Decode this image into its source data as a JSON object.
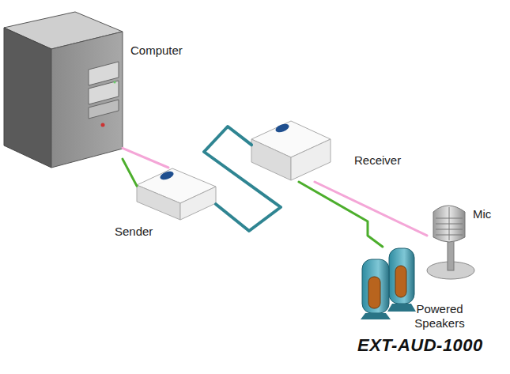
{
  "diagram": {
    "title": "EXT-AUD-1000",
    "nodes": [
      {
        "text": [
          "Computer"
        ]
      },
      {
        "text": [
          "Sender"
        ]
      },
      {
        "text": [
          "Receiver"
        ]
      },
      {
        "text": [
          "Mic"
        ]
      },
      {
        "text": [
          "Powered Speakers"
        ]
      }
    ],
    "edges": [
      {
        "from": 0,
        "to": 1,
        "arrow": "none"
      },
      {
        "from": 0,
        "to": 1,
        "arrow": "none"
      },
      {
        "from": 1,
        "to": 2,
        "arrow": "none"
      },
      {
        "from": 2,
        "to": 3,
        "arrow": "none"
      },
      {
        "from": 2,
        "to": 4,
        "arrow": "none"
      }
    ]
  }
}
